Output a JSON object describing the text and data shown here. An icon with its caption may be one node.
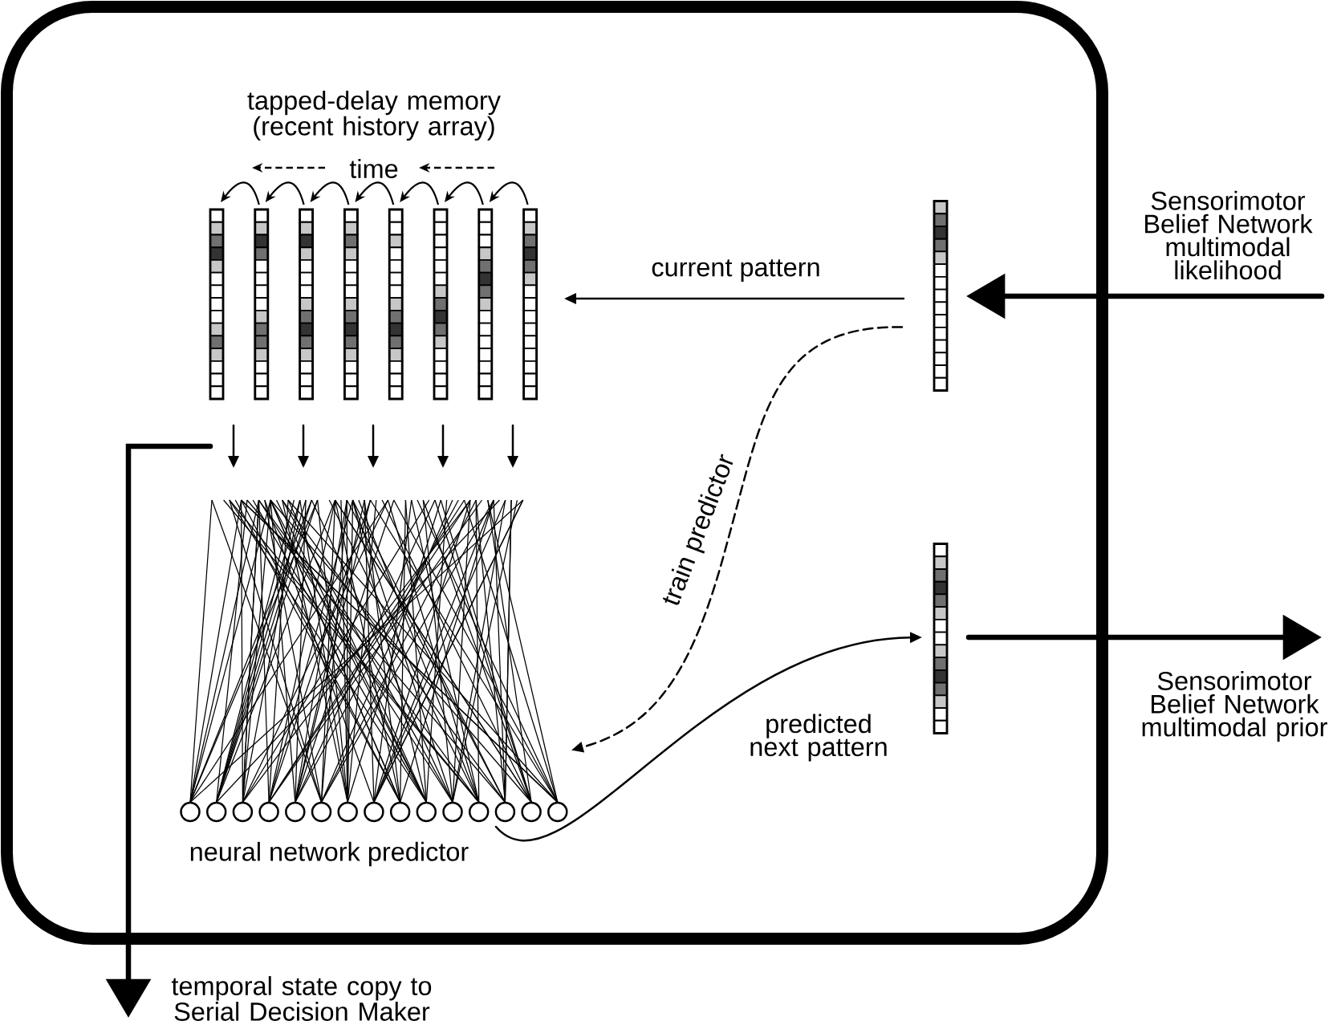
{
  "diagram": {
    "nodes": [
      {
        "text": [],
        "shape": "box"
      },
      {
        "text": [
          "tapped-delay memory (recent history array)"
        ],
        "in": 0
      },
      {
        "text": [
          "neural network predictor"
        ],
        "in": 0
      },
      {
        "text": [],
        "shape": "bar",
        "in": 0
      },
      {
        "text": [],
        "shape": "bar",
        "in": 0
      }
    ],
    "edges": [
      {
        "from": null,
        "to": 3,
        "arrow": "to",
        "style": "thick",
        "label": "Sensorimotor Belief Network multimodal likelihood"
      },
      {
        "from": 3,
        "to": 1,
        "arrow": "to",
        "label": "current pattern"
      },
      {
        "from": 1,
        "to": 2,
        "arrow": "to"
      },
      {
        "from": 1,
        "to": 2,
        "arrow": "to"
      },
      {
        "from": 1,
        "to": 2,
        "arrow": "to"
      },
      {
        "from": 1,
        "to": 2,
        "arrow": "to"
      },
      {
        "from": 1,
        "to": 2,
        "arrow": "to"
      },
      {
        "from": 3,
        "to": 2,
        "arrow": "to",
        "style": "dashed",
        "label": "train predictor"
      },
      {
        "from": 2,
        "to": 4,
        "arrow": "to",
        "label": "predicted next pattern"
      },
      {
        "from": 4,
        "to": null,
        "arrow": "to",
        "style": "thick",
        "label": "Sensorimotor Belief Network multimodal prior"
      },
      {
        "from": 1,
        "to": null,
        "arrow": "to",
        "style": "thick",
        "label": "temporal state copy to Serial Decision Maker"
      }
    ],
    "labels": [
      "time"
    ]
  }
}
